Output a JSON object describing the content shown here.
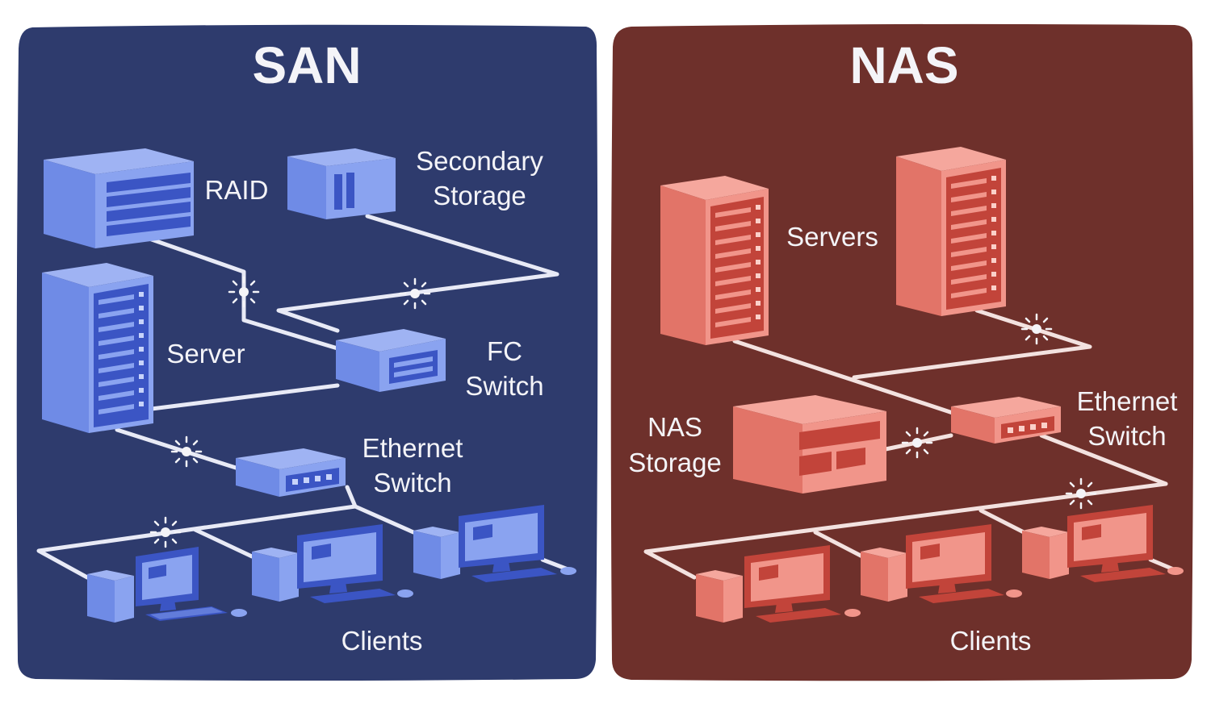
{
  "colors": {
    "page_background": "#ffffff",
    "san_panel": "#2e3b6d",
    "nas_panel": "#6e302b",
    "san_device_light": "#8aa3f0",
    "san_device_mid": "#6c88e6",
    "san_device_dark": "#3b55c4",
    "nas_device_light": "#f1958a",
    "nas_device_mid": "#e57a6f",
    "nas_device_dark": "#c2443a",
    "link": "#e8eaf6",
    "text": "#f4f4f8"
  },
  "san": {
    "title": "SAN",
    "raid_label": "RAID",
    "secondary_storage_label": [
      "Secondary",
      "Storage"
    ],
    "server_label": "Server",
    "fc_switch_label": [
      "FC",
      "Switch"
    ],
    "ethernet_switch_label": [
      "Ethernet",
      "Switch"
    ],
    "clients_label": "Clients"
  },
  "nas": {
    "title": "NAS",
    "servers_label": "Servers",
    "nas_storage_label": [
      "NAS",
      "Storage"
    ],
    "ethernet_switch_label": [
      "Ethernet",
      "Switch"
    ],
    "clients_label": "Clients"
  },
  "icons": {
    "raid": "raid-array-icon",
    "secondary_storage": "storage-box-icon",
    "server": "tower-server-icon",
    "fc_switch": "fibre-channel-switch-icon",
    "ethernet_switch": "ethernet-switch-icon",
    "client": "desktop-computer-icon",
    "nas_storage": "nas-device-icon",
    "activity": "network-activity-icon"
  }
}
